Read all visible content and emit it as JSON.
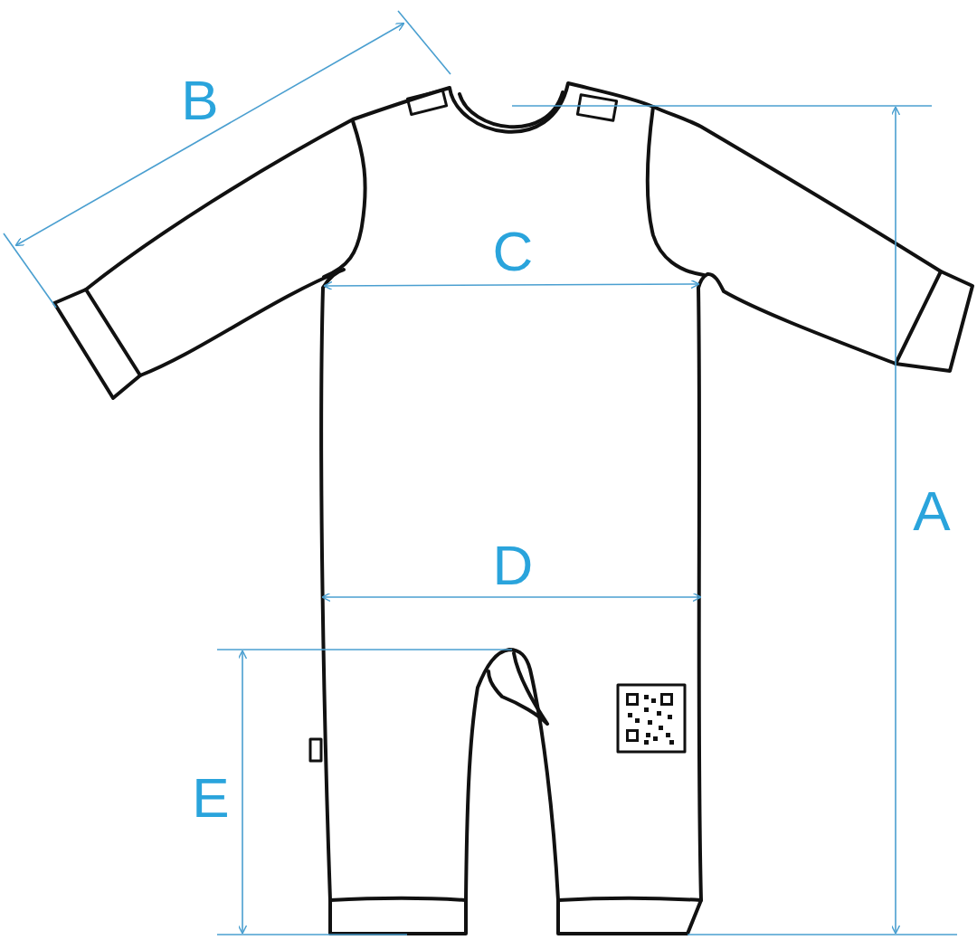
{
  "diagram": {
    "labels": [
      "B",
      "C",
      "A",
      "D",
      "E"
    ]
  }
}
